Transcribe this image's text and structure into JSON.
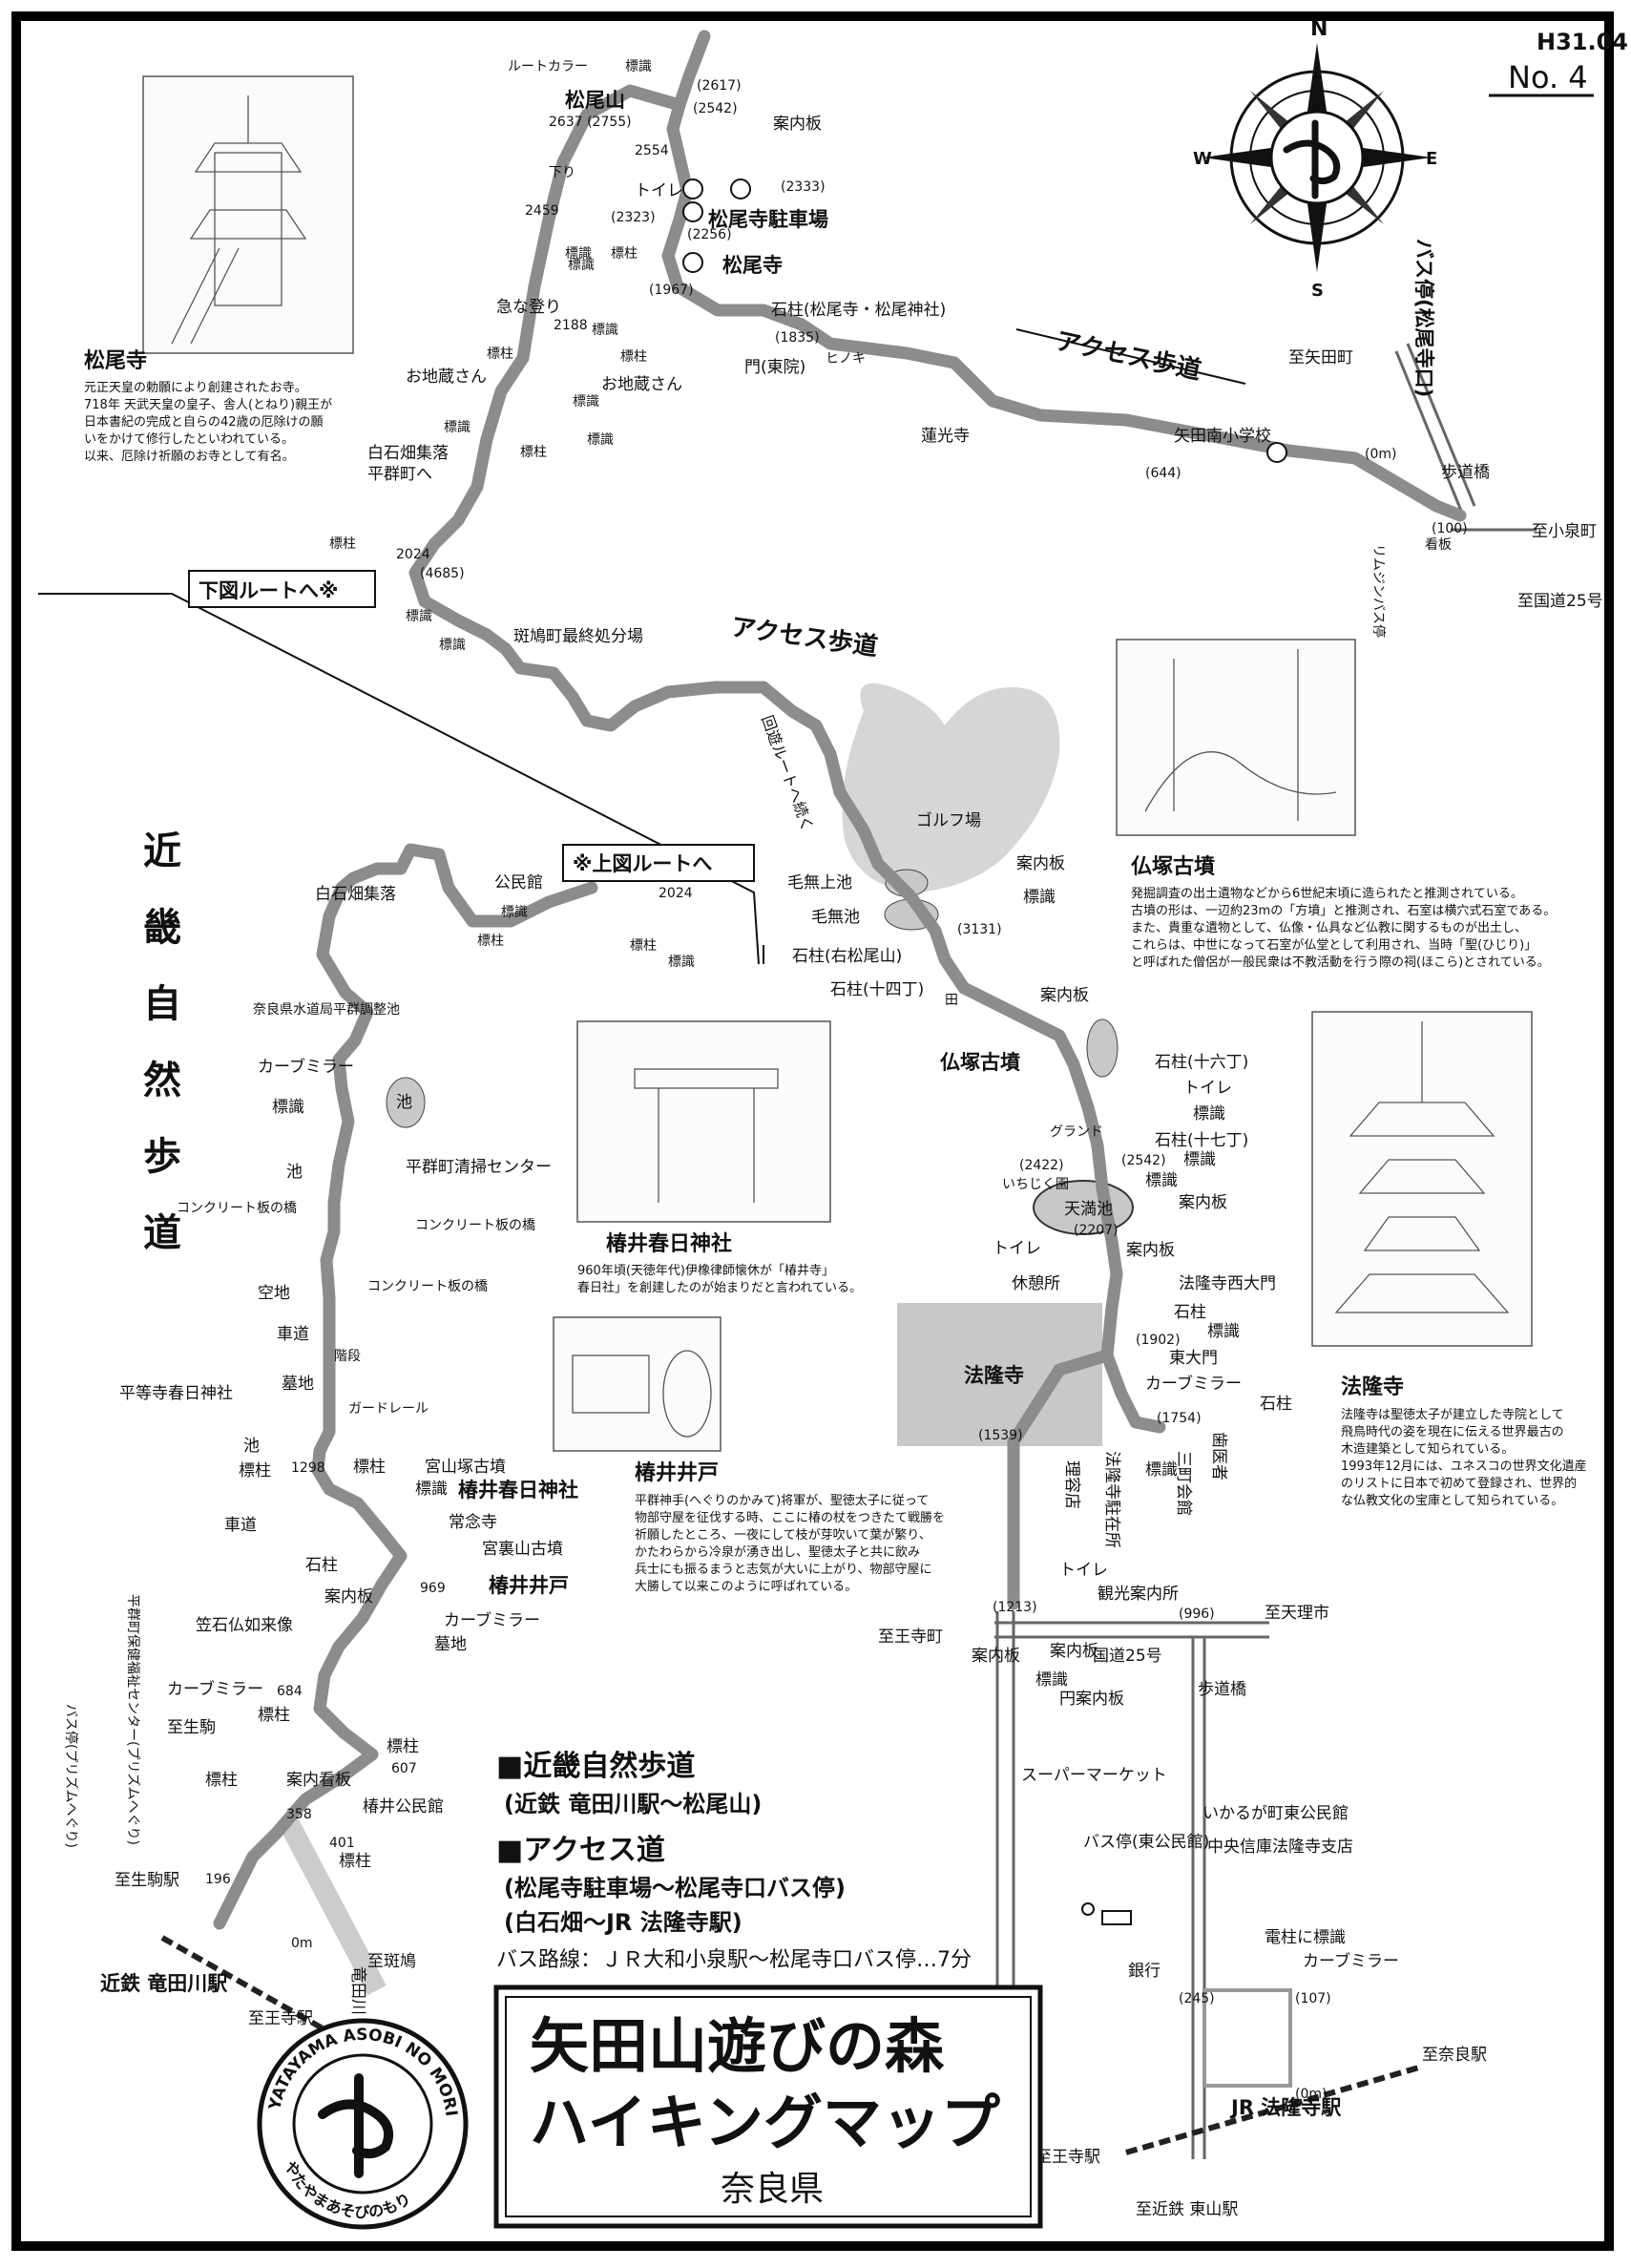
{
  "header": {
    "date": "H31.04",
    "number": "No. 4"
  },
  "compass": {
    "n": "N",
    "s": "S",
    "e": "E",
    "w": "W"
  },
  "title_box": {
    "line1": "矢田山遊びの森",
    "line2": "ハイキングマップ",
    "prefecture": "奈良県"
  },
  "logo": {
    "text_en": "YATAYAMA ASOBI NO MORI",
    "text_jp": "やたやまあそびのもり"
  },
  "legend": {
    "item1": "■近畿自然歩道",
    "item1_sub": "(近鉄 竜田川駅〜松尾山)",
    "item2": "■アクセス道",
    "item2_sub1": "(松尾寺駐車場〜松尾寺口バス停)",
    "item2_sub2": "(白石畑〜JR 法隆寺駅)",
    "bus_route": "バス路線：ＪＲ大和小泉駅〜松尾寺口バス停…7分"
  },
  "vertical_title": [
    "近",
    "畿",
    "自",
    "然",
    "歩",
    "道"
  ],
  "route_boxes": {
    "to_lower": "下図ルートへ※",
    "to_upper": "※上図ルートへ"
  },
  "access_labels": {
    "upper": "アクセス歩道",
    "middle": "アクセス歩道",
    "loop": "回遊ルートへ続く"
  },
  "descriptions": {
    "matsuodera": {
      "title": "松尾寺",
      "lines": [
        "元正天皇の勅願により創建されたお寺。",
        "718年 天武天皇の皇子、舎人(とねり)親王が",
        "日本書紀の完成と自らの42歳の厄除けの願",
        "いをかけて修行したといわれている。",
        "以来、厄除け祈願のお寺として有名。"
      ]
    },
    "hotokezuka": {
      "title": "仏塚古墳",
      "lines": [
        "発掘調査の出土遺物などから6世紀末頃に造られたと推測されている。",
        "古墳の形は、一辺約23mの「方墳」と推測され、石室は横穴式石室である。",
        "また、貴重な遺物として、仏像・仏具など仏教に関するものが出土し、",
        "これらは、中世になって石室が仏堂として利用され、当時「聖(ひじり)」",
        "と呼ばれた僧侶が一般民衆は不教活動を行う際の祠(ほこら)とされている。"
      ]
    },
    "tsubai_kasuga": {
      "title": "椿井春日神社",
      "lines": [
        "960年頃(天徳年代)伊橡律師懐休が「椿井寺」",
        "春日社」を創建したのが始まりだと言われている。"
      ]
    },
    "tsubai_well": {
      "title": "椿井井戸",
      "lines": [
        "平群神手(へぐりのかみて)将軍が、聖徳太子に従って",
        "物部守屋を征伐する時、ここに椿の杖をつきたて戦勝を",
        "祈願したところ、一夜にして枝が芽吹いて葉が繁り、",
        "かたわらから冷泉が湧き出し、聖徳太子と共に飲み",
        "兵士にも振るまうと志気が大いに上がり、物部守屋に",
        "大勝して以来このように呼ばれている。"
      ]
    },
    "horyuji": {
      "title": "法隆寺",
      "lines": [
        "法隆寺は聖徳太子が建立した寺院として",
        "飛鳥時代の姿を現在に伝える世界最古の",
        "木造建築として知られている。",
        "1993年12月には、ユネスコの世界文化遺産",
        "のリストに日本で初めて登録され、世界的",
        "な仏教文化の宝庫として知られている。"
      ]
    }
  },
  "map_labels": {
    "route_color": "ルートカラー",
    "hyoshiki": "標識",
    "hyochu": "標柱",
    "matsuoyama": "松尾山",
    "matsuoyama_alt": "2637 (2755)",
    "d2617": "(2617)",
    "d2542a": "(2542)",
    "d2554": "2554",
    "kudari": "下り",
    "annaiban": "案内板",
    "d2333": "(2333)",
    "toilet": "トイレ",
    "d2459": "2459",
    "d2323": "(2323)",
    "d2256": "(2256)",
    "matsuodera_parking": "松尾寺駐車場",
    "matsuodera": "松尾寺",
    "d1967": "(1967)",
    "kyunanobori": "急な登り",
    "d2188": "2188",
    "ishibashira_matsuo": "石柱(松尾寺・松尾神社)",
    "d1835": "(1835)",
    "mon": "門(東院)",
    "hinoki": "ヒノキ",
    "ojizo1": "お地蔵さん",
    "ojizo2": "お地蔵さん",
    "shiraishibata_heguri": "白石畑集落",
    "heguri_he": "平群町へ",
    "hoko_ji": "蓮光寺",
    "yata_school": "矢田南小学校",
    "d644": "(644)",
    "d0m_bus": "(0m)",
    "hodokyo": "歩道橋",
    "d100": "(100)",
    "to_yata": "至矢田町",
    "to_koizumi": "至小泉町",
    "to_r25": "至国道25号",
    "bus_stop_matsuo": "バス停(松尾寺口)",
    "rhythm_bus": "リムジンバス停",
    "kanban": "看板",
    "d2024": "2024",
    "d4685": "(4685)",
    "ikaruga_disposal": "斑鳩町最終処分場",
    "golf": "ゴルフ場",
    "kenashi_upper": "毛無上池",
    "kenashi": "毛無池",
    "d3131": "(3131)",
    "ishibashira_uematsu": "石柱(右松尾山)",
    "ishibashira_14": "石柱(十四丁)",
    "ta": "田",
    "hotokezuka_map": "仏塚古墳",
    "ishibashira_16": "石柱(十六丁)",
    "ishibashira_17": "石柱(十七丁)",
    "grand": "グランド",
    "ichijiku": "いちじく園",
    "d2422": "(2422)",
    "d2542b": "(2542)",
    "tenmanike": "天満池",
    "d2207": "(2207)",
    "kyukeisho": "休憩所",
    "shinkaimon": "法隆寺西大門",
    "ishibashira": "石柱",
    "d1902": "(1902)",
    "higashi_daimon": "東大門",
    "curve_mirror": "カーブミラー",
    "d1754": "(1754)",
    "horyuji_map": "法隆寺",
    "d1539": "(1539)",
    "riyoukan": "理容店",
    "horyuji_police": "法隆寺駐在所",
    "sanmachi": "三町会館",
    "shika": "歯医者",
    "kanko_annai": "観光案内所",
    "d1213": "(1213)",
    "d996": "(996)",
    "to_tenri": "至天理市",
    "to_oji_r25": "至王寺町",
    "kokudo25": "国道25号",
    "en_annai": "円案内板",
    "supermarket": "スーパーマーケット",
    "ikaruga_east": "いかるが町東公民館",
    "bus_stop_east": "バス停(東公民館)",
    "chuo_shinkin": "中央信庫法隆寺支店",
    "denchu": "電柱に標識",
    "ginko": "銀行",
    "d245": "(245)",
    "d107": "(107)",
    "d0m_jr": "(0m)",
    "to_nara": "至奈良駅",
    "jr_horyuji": "JR 法隆寺駅",
    "to_ojieki_jr": "至王寺駅",
    "to_tsutsuiyama": "至近鉄 東山駅",
    "shiraishibata": "白石畑集落",
    "kominkan": "公民館",
    "nara_water": "奈良県水道局平群調整池",
    "ike": "池",
    "heguri_seiso": "平群町清掃センター",
    "concrete1": "コンクリート板の橋",
    "concrete2": "コンクリート板の橋",
    "concrete3": "コンクリート板の橋",
    "akichi": "空地",
    "kaidan": "階段",
    "shado": "車道",
    "bochi": "墓地",
    "guardrail": "ガードレール",
    "heitoji": "平等寺春日神社",
    "d1298": "1298",
    "miyayama": "宮山塚古墳",
    "tsubai_kasuga_map": "椿井春日神社",
    "joenji": "常念寺",
    "miyakouyama": "宮裏山古墳",
    "tsubai_well_map": "椿井井戸",
    "d969": "969",
    "ishibutsu": "笠石仏如来像",
    "d684": "684",
    "d607": "607",
    "tsubai_kominkan": "椿井公民館",
    "heguri_welfare": "平群町保健福祉センター(プリズムへぐり)",
    "bus_prism": "バス停(プリズムへぐり)",
    "to_ikoma": "至生駒",
    "to_ikoma_eki": "至生駒駅",
    "d358": "358",
    "d401": "401",
    "d196": "196",
    "d0m_kintetsu": "0m",
    "kintetsu_tatsuta": "近鉄 竜田川駅",
    "to_oji_eki": "至王寺駅",
    "to_ikaruga": "至斑鳩",
    "tatsutagawa": "竜田川",
    "annai_kanban": "案内看板"
  }
}
